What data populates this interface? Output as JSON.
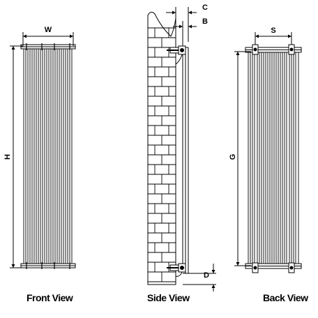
{
  "views": {
    "front": {
      "caption": "Front View",
      "width_label": "W",
      "height_label": "H"
    },
    "side": {
      "caption": "Side View",
      "dim_c_label": "C",
      "dim_b_label": "B",
      "dim_d_label": "D"
    },
    "back": {
      "caption": "Back View",
      "dim_s_label": "S",
      "dim_g_label": "G"
    }
  },
  "colors": {
    "line": "#000000",
    "background": "#ffffff",
    "hatch": "#555555"
  }
}
